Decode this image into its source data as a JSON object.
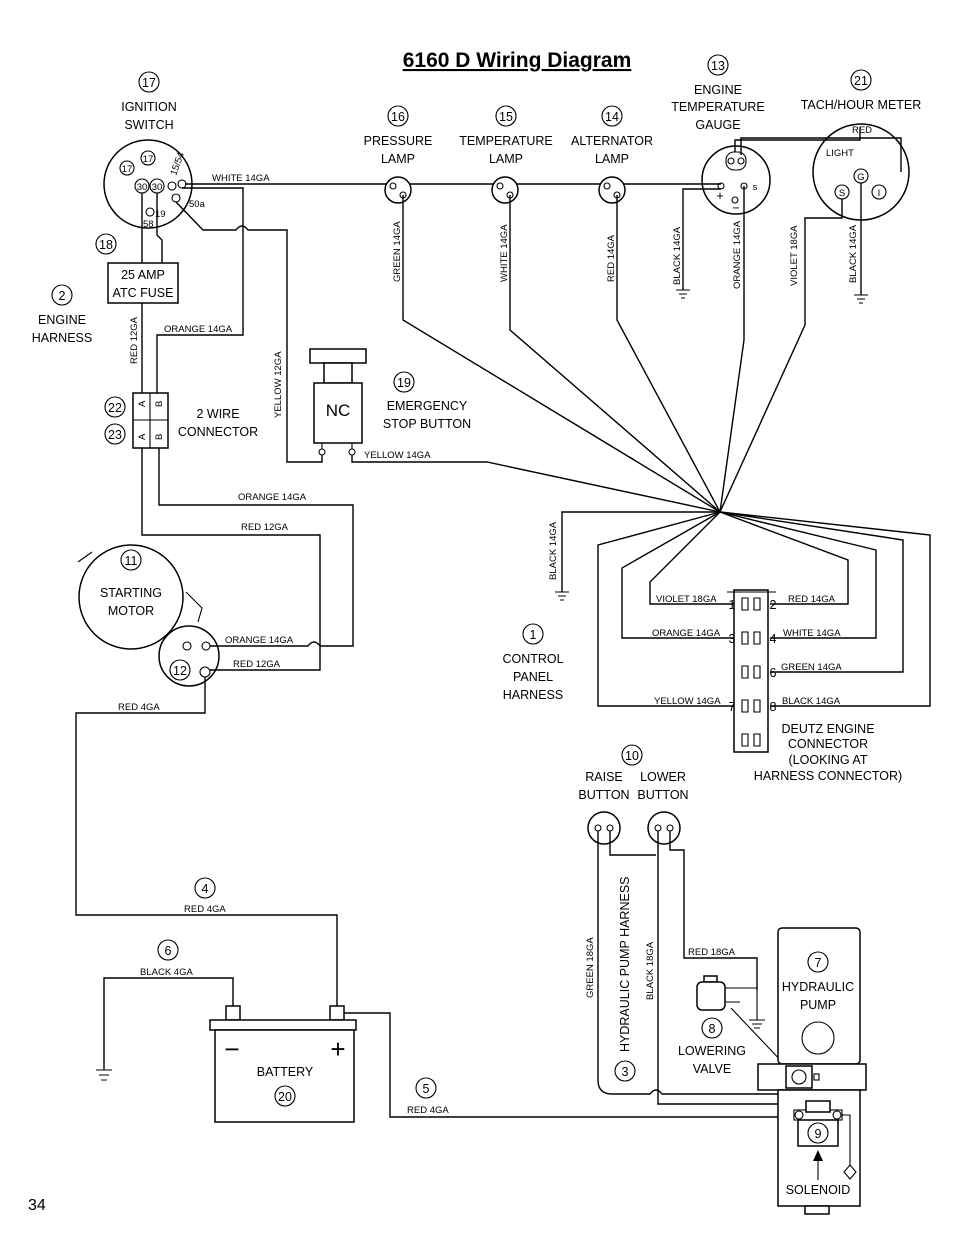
{
  "title": "6160 D Wiring Diagram",
  "page_number": "34",
  "components": {
    "ignition": {
      "num": "17",
      "line1": "IGNITION",
      "line2": "SWITCH",
      "inner_num": "17",
      "t30a": "30",
      "t30b": "30",
      "t1554": "15/54",
      "t50a": "50a",
      "t19": "19",
      "t58": "58"
    },
    "fuse": {
      "num": "18",
      "line1": "25 AMP",
      "line2": "ATC FUSE"
    },
    "engine_harness": {
      "num": "2",
      "line1": "ENGINE",
      "line2": "HARNESS"
    },
    "pressure_lamp": {
      "num": "16",
      "line1": "PRESSURE",
      "line2": "LAMP"
    },
    "temperature_lamp": {
      "num": "15",
      "line1": "TEMPERATURE",
      "line2": "LAMP"
    },
    "alternator_lamp": {
      "num": "14",
      "line1": "ALTERNATOR",
      "line2": "LAMP"
    },
    "temp_gauge": {
      "num": "13",
      "line1": "ENGINE",
      "line2": "TEMPERATURE",
      "line3": "GAUGE",
      "plus": "+",
      "minus": "−",
      "s": "s"
    },
    "tach": {
      "num": "21",
      "line1": "TACH/HOUR METER",
      "light": "LIGHT",
      "red": "RED",
      "s": "S",
      "g": "G",
      "i": "I"
    },
    "connector_a": {
      "num": "22"
    },
    "connector_b": {
      "num": "23"
    },
    "two_wire": {
      "line1": "2 WIRE",
      "line2": "CONNECTOR",
      "a": "A",
      "b": "B"
    },
    "estop": {
      "num": "19",
      "line1": "EMERGENCY",
      "line2": "STOP BUTTON",
      "nc": "NC"
    },
    "starter": {
      "num": "11",
      "line1": "STARTING",
      "line2": "MOTOR",
      "solenoid_num": "12"
    },
    "control_harness": {
      "num": "1",
      "line1": "CONTROL",
      "line2": "PANEL",
      "line3": "HARNESS"
    },
    "deutz": {
      "line1": "DEUTZ ENGINE",
      "line2": "CONNECTOR",
      "line3": "(LOOKING AT",
      "line4": "HARNESS CONNECTOR)",
      "p1": "1",
      "p2": "2",
      "p3": "3",
      "p4": "4",
      "p6": "6",
      "p7": "7",
      "p8": "8"
    },
    "buttons": {
      "num": "10",
      "raise": "RAISE",
      "raise2": "BUTTON",
      "lower": "LOWER",
      "lower2": "BUTTON"
    },
    "hyd_harness": {
      "num": "3",
      "label": "HYDRAULIC PUMP HARNESS"
    },
    "lowering_valve": {
      "num": "8",
      "line1": "LOWERING",
      "line2": "VALVE"
    },
    "hyd_pump": {
      "num": "7",
      "line1": "HYDRAULIC",
      "line2": "PUMP"
    },
    "solenoid": {
      "num": "9",
      "label": "SOLENOID"
    },
    "battery": {
      "num": "20",
      "label": "BATTERY",
      "minus": "−",
      "plus": "+"
    },
    "cable4": {
      "num": "4"
    },
    "cable5": {
      "num": "5"
    },
    "cable6": {
      "num": "6"
    }
  },
  "wires": {
    "white_14ga_top": "WHITE 14GA",
    "green_14ga_v": "GREEN 14GA",
    "white_14ga_v": "WHITE 14GA",
    "red_14ga_v": "RED 14GA",
    "black_14ga_gauge": "BLACK 14GA",
    "orange_14ga_v": "ORANGE 14GA",
    "violet_18ga_v": "VIOLET 18GA",
    "black_14ga_tach": "BLACK 14GA",
    "red_12ga_v": "RED 12GA",
    "orange_14ga_h": "ORANGE 14GA",
    "yellow_12ga_v": "YELLOW 12GA",
    "yellow_14ga_h": "YELLOW 14GA",
    "orange_14ga_mid": "ORANGE 14GA",
    "red_12ga_mid": "RED 12GA",
    "orange_14ga_starter": "ORANGE 14GA",
    "red_12ga_starter": "RED 12GA",
    "red_4ga_starter": "RED 4GA",
    "black_14ga_ground": "BLACK 14GA",
    "violet_18ga_pin": "VIOLET 18GA",
    "red_14ga_pin": "RED 14GA",
    "orange_14ga_pin": "ORANGE 14GA",
    "white_14ga_pin": "WHITE 14GA",
    "green_14ga_pin": "GREEN 14GA",
    "yellow_14ga_pin": "YELLOW 14GA",
    "black_14ga_pin": "BLACK 14GA",
    "red_4ga_battery": "RED 4GA",
    "black_4ga": "BLACK 4GA",
    "red_4ga_solenoid": "RED 4GA",
    "green_18ga": "GREEN 18GA",
    "black_18ga": "BLACK 18GA",
    "red_18ga": "RED 18GA"
  }
}
